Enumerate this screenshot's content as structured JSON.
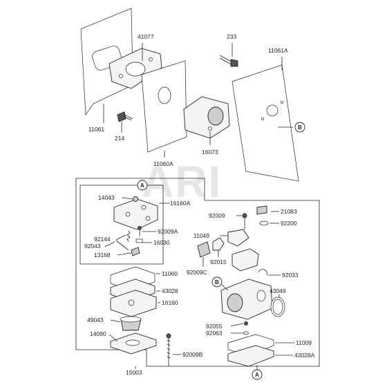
{
  "diagram": {
    "watermark": "ARI",
    "callouts": {
      "a": "A",
      "b": "B"
    },
    "labels": {
      "p41077": "41077",
      "p233": "233",
      "p11061A": "11061A",
      "p11061": "11061",
      "p214": "214",
      "p16073": "16073",
      "p11060A": "11060A",
      "p14043": "14043",
      "p16160A": "16160A",
      "p92009A": "92009A",
      "p92144": "92144",
      "p16030": "16030",
      "p92043": "92043",
      "p13168": "13168",
      "p92009": "92009",
      "p21083": "21083",
      "p92200": "92200",
      "p11049": "11049",
      "p92015": "92015",
      "p92009C": "92009C",
      "p92033": "92033",
      "p11060": "11060",
      "p43028": "43028",
      "p16160": "16160",
      "p43049": "43049",
      "p49043": "49043",
      "p92055": "92055",
      "p92063": "92063",
      "p14090": "14090",
      "p11009": "11009",
      "p43028A": "43028A",
      "p15003": "15003",
      "p92009B": "92009B"
    }
  }
}
